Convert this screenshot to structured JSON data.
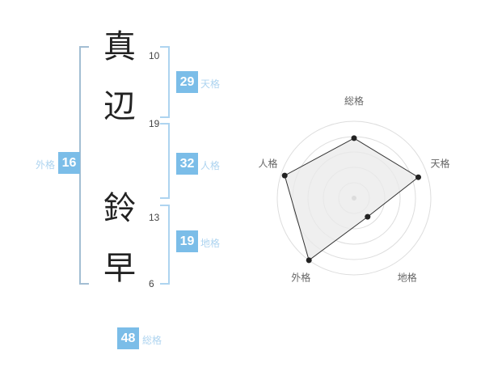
{
  "name": {
    "characters": [
      {
        "char": "真",
        "strokes": "10"
      },
      {
        "char": "辺",
        "strokes": "19"
      },
      {
        "char": "鈴",
        "strokes": "13"
      },
      {
        "char": "早",
        "strokes": "6"
      }
    ]
  },
  "kaku": {
    "tenkaku": {
      "label": "天格",
      "value": "29"
    },
    "jinkaku": {
      "label": "人格",
      "value": "32"
    },
    "chikaku": {
      "label": "地格",
      "value": "19"
    },
    "gaikaku": {
      "label": "外格",
      "value": "16"
    },
    "soukaku": {
      "label": "総格",
      "value": "48"
    }
  },
  "colors": {
    "value_box": "#7bbde8",
    "kaku_label": "#aed4f0",
    "bracket_right": "#aed4f0",
    "bracket_left": "#a3bed3",
    "ring": "#dddddd",
    "polygon_fill": "#e9e9e9",
    "polygon_stroke": "#333333",
    "axis_label": "#666666"
  },
  "chart_data": {
    "type": "radar",
    "axes": [
      "総格",
      "天格",
      "地格",
      "外格",
      "人格"
    ],
    "values": [
      78,
      88,
      30,
      100,
      95
    ],
    "max": 100,
    "rings": 5,
    "title": "",
    "legend_position": "none",
    "grid": "concentric-circles"
  }
}
